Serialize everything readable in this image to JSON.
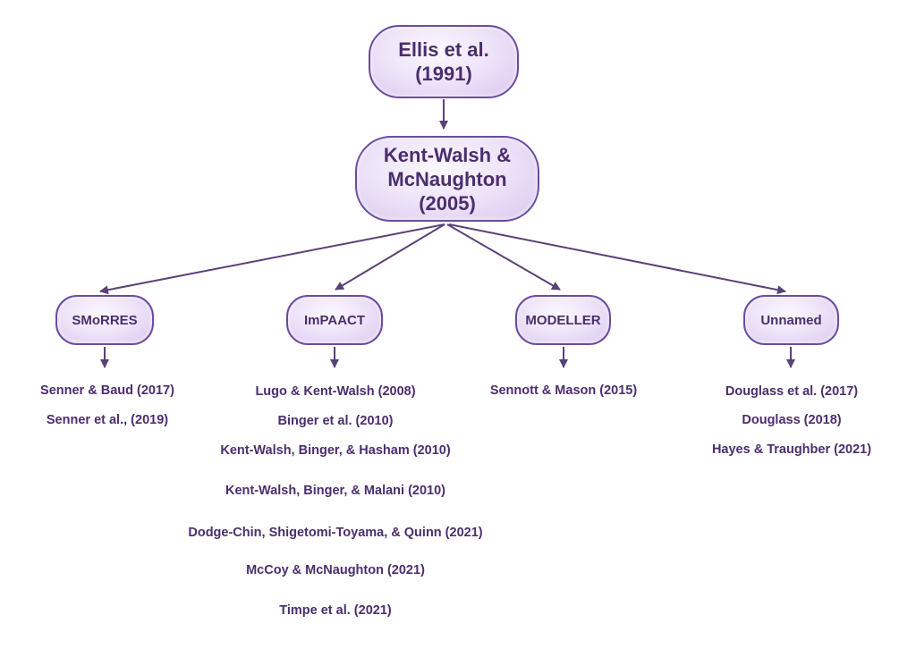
{
  "diagram": {
    "root": {
      "lines": [
        "Ellis et al.",
        "(1991)"
      ]
    },
    "model": {
      "lines": [
        "Kent-Walsh &",
        "McNaughton",
        "(2005)"
      ]
    },
    "branches": [
      {
        "label": "SMoRRES",
        "citations": [
          "Senner & Baud (2017)",
          "Senner et al., (2019)"
        ]
      },
      {
        "label": "ImPAACT",
        "citations": [
          "Lugo & Kent-Walsh (2008)",
          "Binger et al. (2010)",
          "Kent-Walsh, Binger, & Hasham (2010)",
          "Kent-Walsh, Binger, & Malani (2010)",
          "Dodge-Chin, Shigetomi-Toyama, & Quinn (2021)",
          "McCoy & McNaughton (2021)",
          "Timpe et al. (2021)"
        ]
      },
      {
        "label": "MODELLER",
        "citations": [
          "Sennott & Mason (2015)"
        ]
      },
      {
        "label": "Unnamed",
        "citations": [
          "Douglass et al. (2017)",
          "Douglass (2018)",
          "Hayes & Traughber (2021)"
        ]
      }
    ],
    "colors": {
      "node_border": "#6a4c9f",
      "node_fill_center": "#fbf8fe",
      "node_fill_edge": "#d9c7ef",
      "text": "#4b2e6e",
      "arrow": "#5a4178",
      "background": "#ffffff"
    }
  }
}
